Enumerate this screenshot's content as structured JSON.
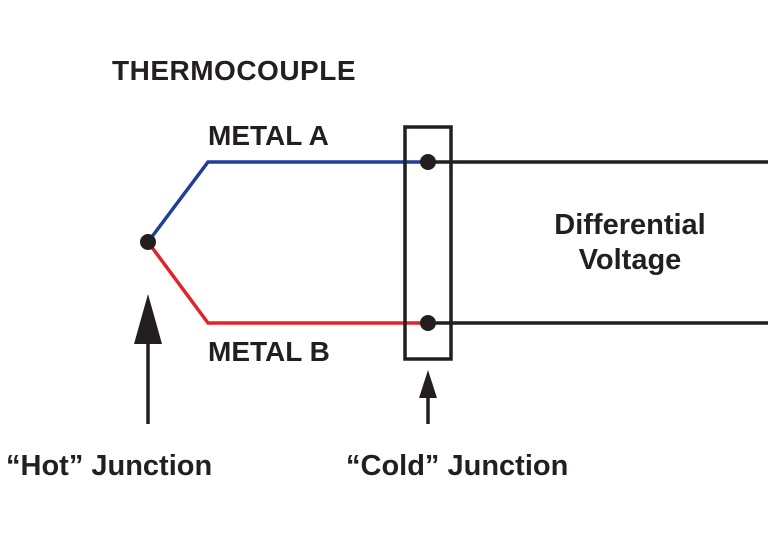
{
  "title": "THERMOCOUPLE",
  "metal_a_label": "METAL A",
  "metal_b_label": "METAL B",
  "differential_voltage": {
    "line1": "Differential",
    "line2": "Voltage"
  },
  "hot_junction_label": "“Hot” Junction",
  "cold_junction_label": "“Cold” Junction",
  "colors": {
    "metal_a_wire": "#1f3f99",
    "metal_b_wire": "#e0242b",
    "lead_wire": "#231f20",
    "text": "#231f20"
  }
}
